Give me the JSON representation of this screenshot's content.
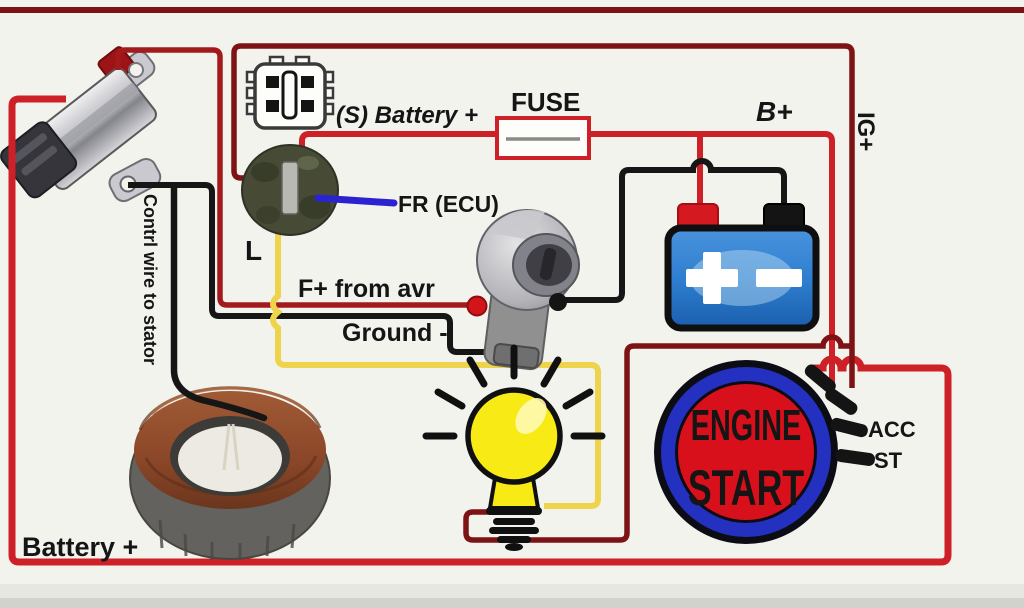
{
  "labels": {
    "s_battery_plus": "(S) Battery +",
    "fuse": "FUSE",
    "b_plus": "B+",
    "ig_plus": "IG+",
    "fr_ecu": "FR (ECU)",
    "l_terminal": "L",
    "f_plus_from_avr": "F+ from avr",
    "ground_minus": "Ground -",
    "control_wire": "Contrl wire to stator",
    "battery_plus": "Battery +",
    "acc": "ACC",
    "st": "ST"
  },
  "start_button": {
    "line1": "ENGINE",
    "line2": "START"
  },
  "battery": {
    "positive_symbol": "+",
    "negative_symbol": "-"
  },
  "components": [
    "voltage-regulator",
    "four-pin-connector-icon",
    "oval-connector",
    "fuse",
    "battery",
    "ignition-switch",
    "stator-coil",
    "indicator-bulb",
    "engine-start-button"
  ],
  "colors": {
    "wire_bright_red": "#cd2127",
    "wire_dark_red": "#7d1315",
    "wire_mid_red": "#a31a1c",
    "wire_black": "#161616",
    "wire_yellow": "#eed34c",
    "wire_blue": "#2a23cf",
    "battery_fill": "#2f7fd0",
    "button_red": "#d8101c",
    "button_blue": "#2430c0",
    "copper": "#91492c",
    "background": "#f3f3ee"
  }
}
